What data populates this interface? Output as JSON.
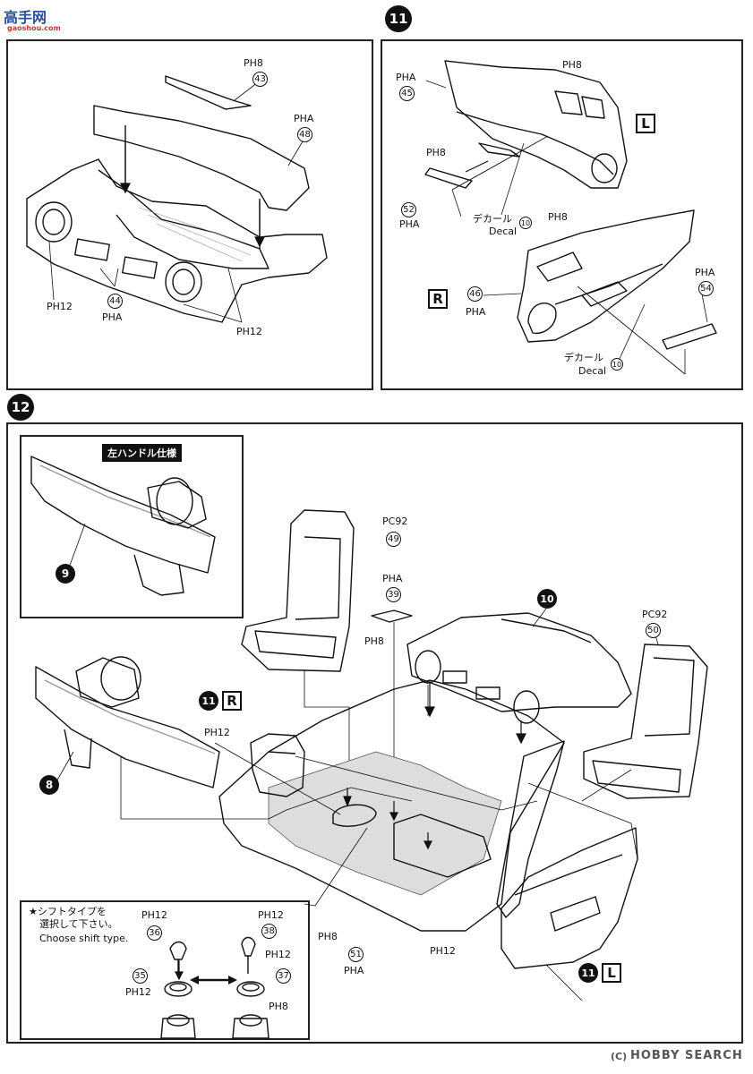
{
  "watermark_top": {
    "brand": "高手网",
    "url": "gaoshou.com"
  },
  "watermark_bottom": "HOBBY SEARCH",
  "watermark_bottom_sub": "(C)",
  "steps": {
    "s11": "11",
    "s12": "12",
    "s10": "10",
    "s8": "8",
    "s9": "9"
  },
  "step10_panel": {
    "parts": [
      {
        "num": "43",
        "code": "PH8"
      },
      {
        "num": "48",
        "code": "PHA"
      },
      {
        "num": "44",
        "code": "PHA"
      }
    ],
    "paint_left": "PH12",
    "paint_right": "PH12"
  },
  "step11_panel": {
    "side_L": "L",
    "side_R": "R",
    "parts": [
      {
        "num": "45",
        "code": "PHA"
      },
      {
        "num": "52",
        "code": "PHA"
      },
      {
        "num": "46",
        "code": "PHA"
      },
      {
        "num": "54",
        "code": "PHA"
      }
    ],
    "paint_upper": "PH8",
    "paint_upper2": "PH8",
    "paint_lower": "PH8",
    "decal_ja": "デカール",
    "decal_en": "Decal",
    "decal_num": "10"
  },
  "step12_panel": {
    "lhd_caption": "左ハンドル仕様",
    "parts": [
      {
        "num": "49",
        "code": "PC92"
      },
      {
        "num": "39",
        "code": "PHA"
      },
      {
        "num": "50",
        "code": "PC92"
      },
      {
        "num": "51",
        "code": "PHA"
      }
    ],
    "paint_39_extra": "PH8",
    "paint_11R": "PH12",
    "paint_51_a": "PH8",
    "paint_floor": "PH12",
    "ref_11R_side": "R",
    "ref_11L_side": "L",
    "shift": {
      "note_ja_1": "★シフトタイプを",
      "note_ja_2": "選択して下さい。",
      "note_en": "Choose shift type.",
      "parts": [
        {
          "num": "36",
          "code": "PH12"
        },
        {
          "num": "35",
          "code": "PH12"
        },
        {
          "num": "38",
          "code": "PH12"
        },
        {
          "num": "37",
          "code": "PH12"
        }
      ],
      "extra_code": "PH8"
    }
  }
}
